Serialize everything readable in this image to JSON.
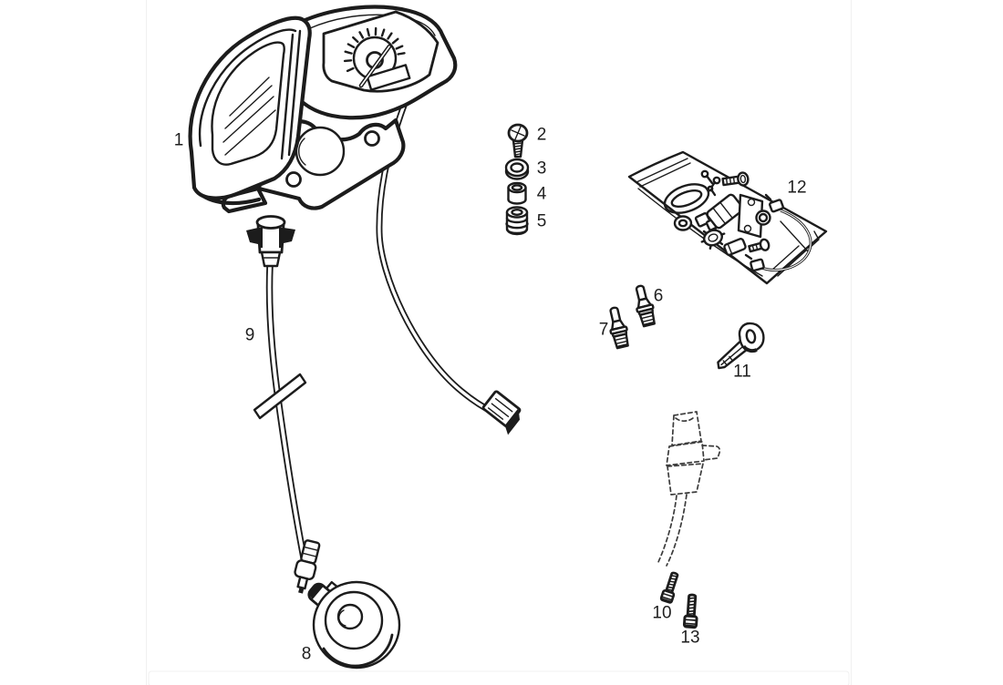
{
  "figure": {
    "type": "exploded-parts-diagram",
    "background": "#ffffff",
    "ink": "#1c1c1c",
    "label_color": "#1f1f1f"
  },
  "parts": [
    {
      "label": "1",
      "name": "instrument-cluster"
    },
    {
      "label": "2",
      "name": "screw"
    },
    {
      "label": "3",
      "name": "washer"
    },
    {
      "label": "4",
      "name": "spacer-bushing"
    },
    {
      "label": "5",
      "name": "grommet"
    },
    {
      "label": "6",
      "name": "bulb"
    },
    {
      "label": "7",
      "name": "bulb"
    },
    {
      "label": "8",
      "name": "speedometer-drive"
    },
    {
      "label": "9",
      "name": "speedometer-cable"
    },
    {
      "label": "10",
      "name": "screw"
    },
    {
      "label": "11",
      "name": "key"
    },
    {
      "label": "12",
      "name": "hardware-kit-bag"
    },
    {
      "label": "13",
      "name": "screw"
    }
  ]
}
